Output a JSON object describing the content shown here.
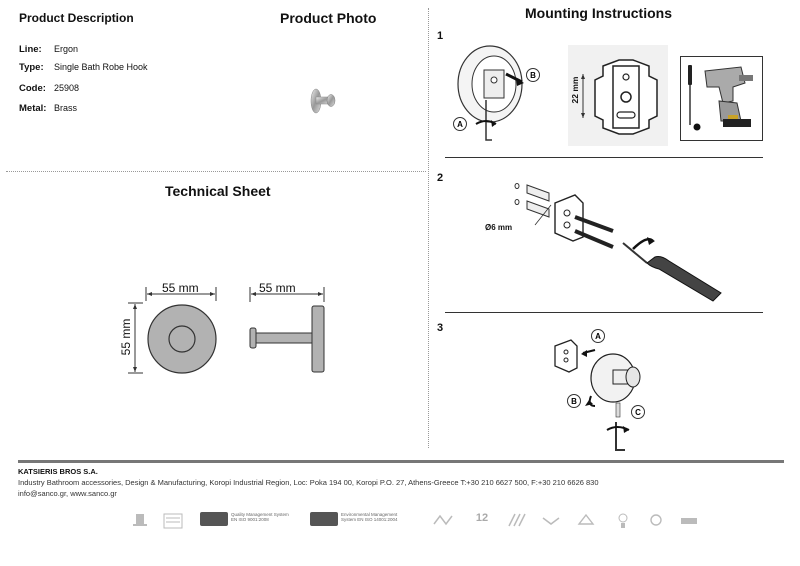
{
  "product_description": {
    "title": "Product Description",
    "rows": [
      {
        "label": "Line:",
        "value": "Ergon"
      },
      {
        "label": "Type:",
        "value": "Single Bath Robe Hook"
      },
      {
        "label": "Code:",
        "value": "25908"
      },
      {
        "label": "Metal:",
        "value": "Brass"
      }
    ]
  },
  "product_photo": {
    "title": "Product Photo"
  },
  "technical_sheet": {
    "title": "Technical Sheet",
    "front_width": "55 mm",
    "front_height": "55 mm",
    "side_width": "55 mm"
  },
  "mounting": {
    "title": "Mounting Instructions",
    "steps": [
      {
        "num": "1",
        "label_a": "A",
        "label_b": "B",
        "dimension": "22 mm"
      },
      {
        "num": "2",
        "drill_size": "Ø6 mm"
      },
      {
        "num": "3",
        "label_a": "A",
        "label_b": "B",
        "label_c": "C"
      }
    ]
  },
  "footer": {
    "company": "KATSIERIS BROS S.A.",
    "address": "Industry Bathroom accessories, Design & Manufacturing, Koropi Industrial Region, Loc: Poka 194 00, Koropi P.O. 27, Athens-Greece   T:+30 210 6627 500, F:+30 210 6626 830",
    "contact": "info@sanco.gr, www.sanco.gr"
  },
  "certs": {
    "iso9001": "Quality Management System EN ISO 9001:2008",
    "iso14001": "Environmental Management System EN ISO 14001:2004",
    "warranty": "12"
  }
}
